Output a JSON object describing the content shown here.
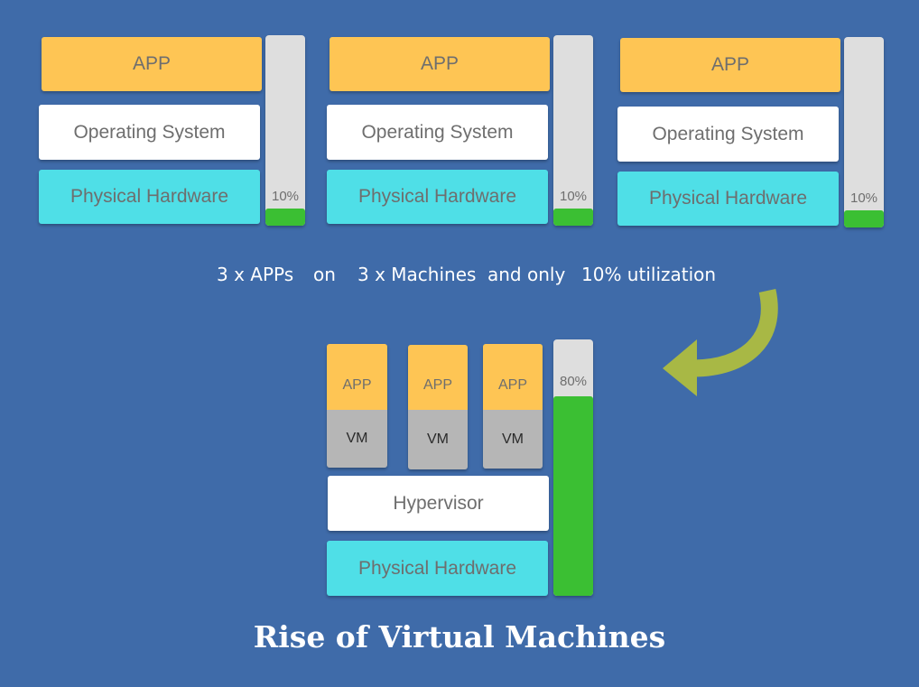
{
  "machines": [
    {
      "app": "APP",
      "os": "Operating System",
      "hw": "Physical Hardware",
      "utilization_label": "10%",
      "utilization": 0.1
    },
    {
      "app": "APP",
      "os": "Operating System",
      "hw": "Physical Hardware",
      "utilization_label": "10%",
      "utilization": 0.1
    },
    {
      "app": "APP",
      "os": "Operating System",
      "hw": "Physical Hardware",
      "utilization_label": "10%",
      "utilization": 0.1
    }
  ],
  "caption": {
    "part1": "3 x APPs",
    "part2": "on",
    "part3": "3 x Machines",
    "part4": "and only",
    "part5": "10% utilization"
  },
  "virtual": {
    "vms": [
      {
        "app": "APP",
        "vm": "VM"
      },
      {
        "app": "APP",
        "vm": "VM"
      },
      {
        "app": "APP",
        "vm": "VM"
      }
    ],
    "hypervisor": "Hypervisor",
    "hw": "Physical Hardware",
    "utilization_label": "80%",
    "utilization": 0.8
  },
  "title": "Rise of Virtual Machines",
  "colors": {
    "background": "#3f6ba9",
    "app": "#fec554",
    "os": "#ffffff",
    "hardware": "#4fdfe7",
    "vm": "#b6b6b6",
    "gauge_track": "#dedede",
    "gauge_fill": "#3bbf33",
    "arrow": "#a8b845"
  },
  "icons": {
    "transition": "curved-arrow-icon"
  }
}
